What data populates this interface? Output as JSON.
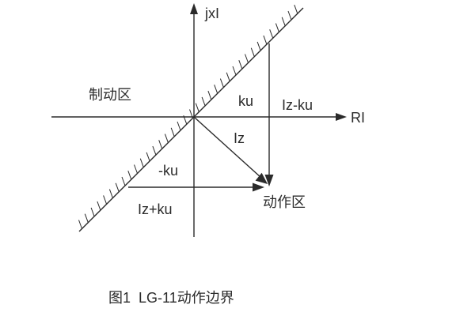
{
  "figure": {
    "caption": "图1  LG-11动作边界"
  },
  "diagram": {
    "axis_labels": {
      "vertical": "jxI",
      "horizontal": "RI"
    },
    "labels": {
      "braking_region": "制动区",
      "operating_region": "动作区",
      "ku": "ku",
      "iz_minus_ku": "Iz-ku",
      "iz": "Iz",
      "minus_ku": "-ku",
      "iz_plus_ku": "Iz+ku"
    },
    "colors": {
      "line": "#2b2b2b",
      "text": "#2b2b2b",
      "background": "#ffffff"
    }
  }
}
